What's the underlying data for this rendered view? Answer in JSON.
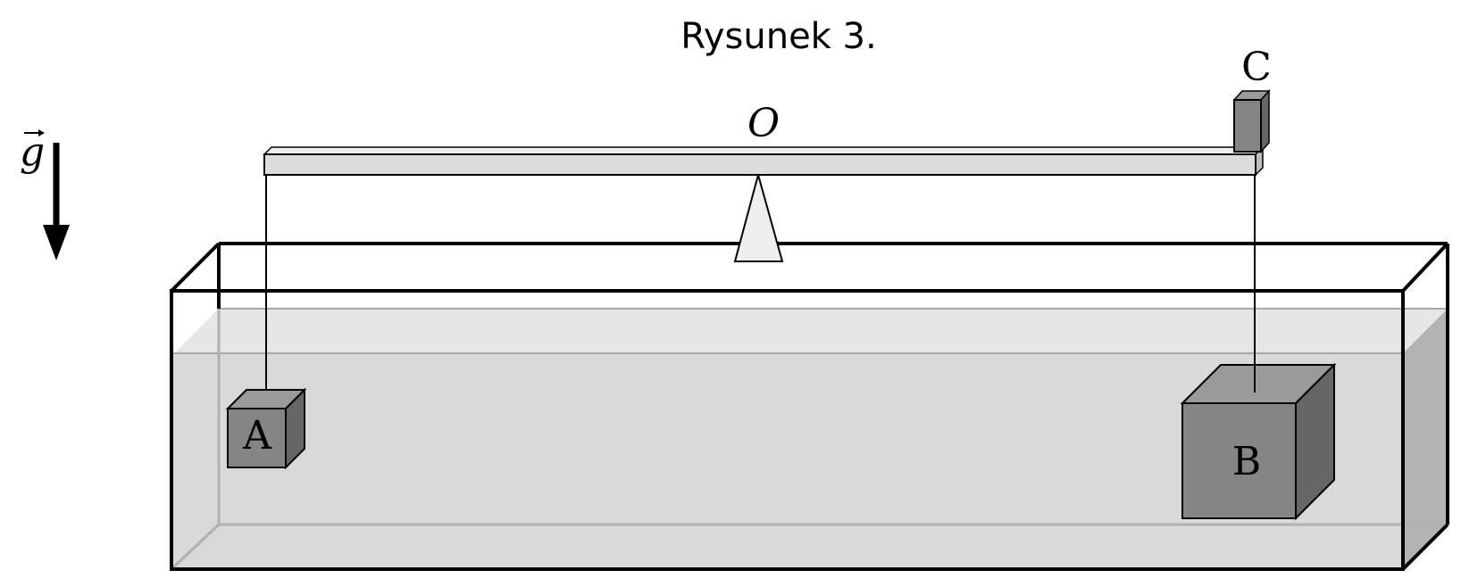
{
  "caption": "Rysunek 3.",
  "labels": {
    "pivot": "O",
    "block_a": "A",
    "block_b": "B",
    "counterweight_c": "C",
    "gravity": "g"
  },
  "colors": {
    "water_front": "#d9d9d9",
    "water_surface": "#e6e6e6",
    "water_side": "#b3b3b3",
    "beam": "#dcdcdc",
    "block_front": "#858585",
    "block_top": "#9a9a9a",
    "block_side": "#666666",
    "fulcrum": "#efefef",
    "outline": "#000000"
  }
}
